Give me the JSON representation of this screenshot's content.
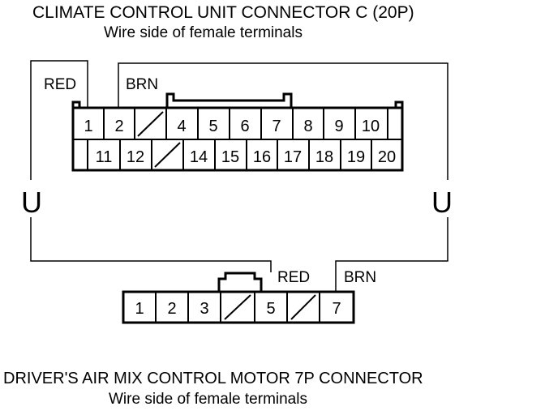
{
  "top_connector": {
    "title": "CLIMATE CONTROL UNIT CONNECTOR C (20P)",
    "subtitle": "Wire side of female terminals",
    "row1": [
      "1",
      "2",
      "",
      "4",
      "5",
      "6",
      "7",
      "8",
      "9",
      "10"
    ],
    "row2": [
      "",
      "11",
      "12",
      "",
      "14",
      "15",
      "16",
      "17",
      "18",
      "19",
      "20"
    ],
    "wire_left_label": "RED",
    "wire_right_label": "BRN"
  },
  "bottom_connector": {
    "title": "DRIVER'S AIR MIX CONTROL MOTOR 7P CONNECTOR",
    "subtitle": "Wire side of female terminals",
    "pins": [
      "1",
      "2",
      "3",
      "",
      "5",
      "",
      "7"
    ],
    "wire_left_label": "RED",
    "wire_right_label": "BRN"
  },
  "continuation_symbol": "U"
}
